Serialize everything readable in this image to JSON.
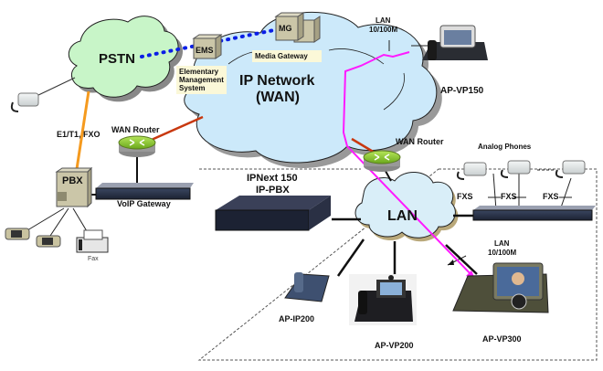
{
  "diagram": {
    "clouds": {
      "pstn": "PSTN",
      "wan_line1": "IP Network",
      "wan_line2": "(WAN)",
      "lan": "LAN"
    },
    "servers": {
      "ems": "EMS",
      "mg": "MG",
      "pbx": "PBX"
    },
    "notes": {
      "ems_line1": "Elementary",
      "ems_line2": "Management",
      "ems_line3": "System",
      "media_gateway": "Media Gateway"
    },
    "labels": {
      "lan_top_1": "LAN",
      "lan_top_2": "10/100M",
      "ap_vp150": "AP-VP150",
      "e1t1_fxo": "E1/T1, FXO",
      "wan_router_left": "WAN Router",
      "voip_gateway": "VoIP Gateway",
      "fax": "Fax",
      "wan_router_right": "WAN Router",
      "analog_phones": "Analog Phones",
      "ipnext_1": "IPNext 150",
      "ipnext_2": "IP-PBX",
      "fxs_1": "FXS",
      "fxs_2": "FXS",
      "fxs_3": "FXS",
      "lan_bottom_1": "LAN",
      "lan_bottom_2": "10/100M",
      "ap_ip200": "AP-IP200",
      "ap_vp200": "AP-VP200",
      "ap_vp300": "AP-VP300"
    },
    "colors": {
      "pstn_cloud": "#c8f5c8",
      "wan_cloud": "#cce9fa",
      "lan_cloud": "#d9eef8",
      "ems_link": "#0a1ee6",
      "pbx_link": "#f59a1e",
      "wan_link": "#c8380f",
      "video_call_path": "#ff1aff",
      "router_green": "#8fcf2d",
      "server_beige": "#cbc6a8",
      "note_bg": "#fbf8d8"
    }
  }
}
